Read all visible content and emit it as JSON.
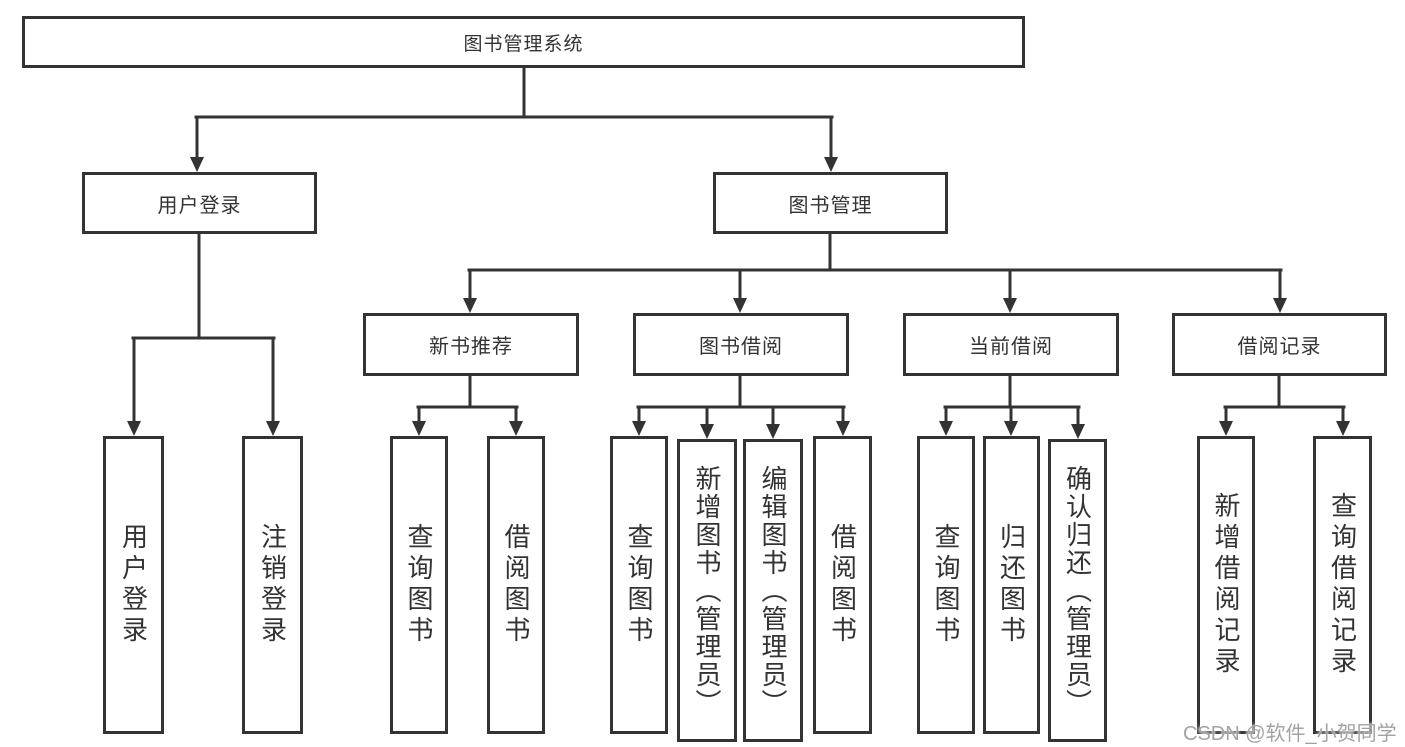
{
  "diagram": {
    "title_node": "图书管理系统",
    "level2": {
      "user_login": "用户登录",
      "book_management": "图书管理"
    },
    "level3": {
      "new_book_recommend": "新书推荐",
      "book_borrowing": "图书借阅",
      "current_borrowing": "当前借阅",
      "borrowing_records": "借阅记录"
    },
    "leaves": {
      "user_login": "用户登录",
      "logout": "注销登录",
      "recommend_query_books": "查询图书",
      "recommend_borrow_books": "借阅图书",
      "borrowing_query_books": "查询图书",
      "borrowing_add_books_admin": "新增图书（管理员）",
      "borrowing_edit_books_admin": "编辑图书（管理员）",
      "borrowing_borrow_books": "借阅图书",
      "current_query_books": "查询图书",
      "current_return_books": "归还图书",
      "current_confirm_return_admin": "确认归还（管理员）",
      "records_add_record": "新增借阅记录",
      "records_query_record": "查询借阅记录"
    },
    "line_color": "#333333",
    "box_background": "#ffffff"
  },
  "watermark": "CSDN @软件_小贺同学"
}
